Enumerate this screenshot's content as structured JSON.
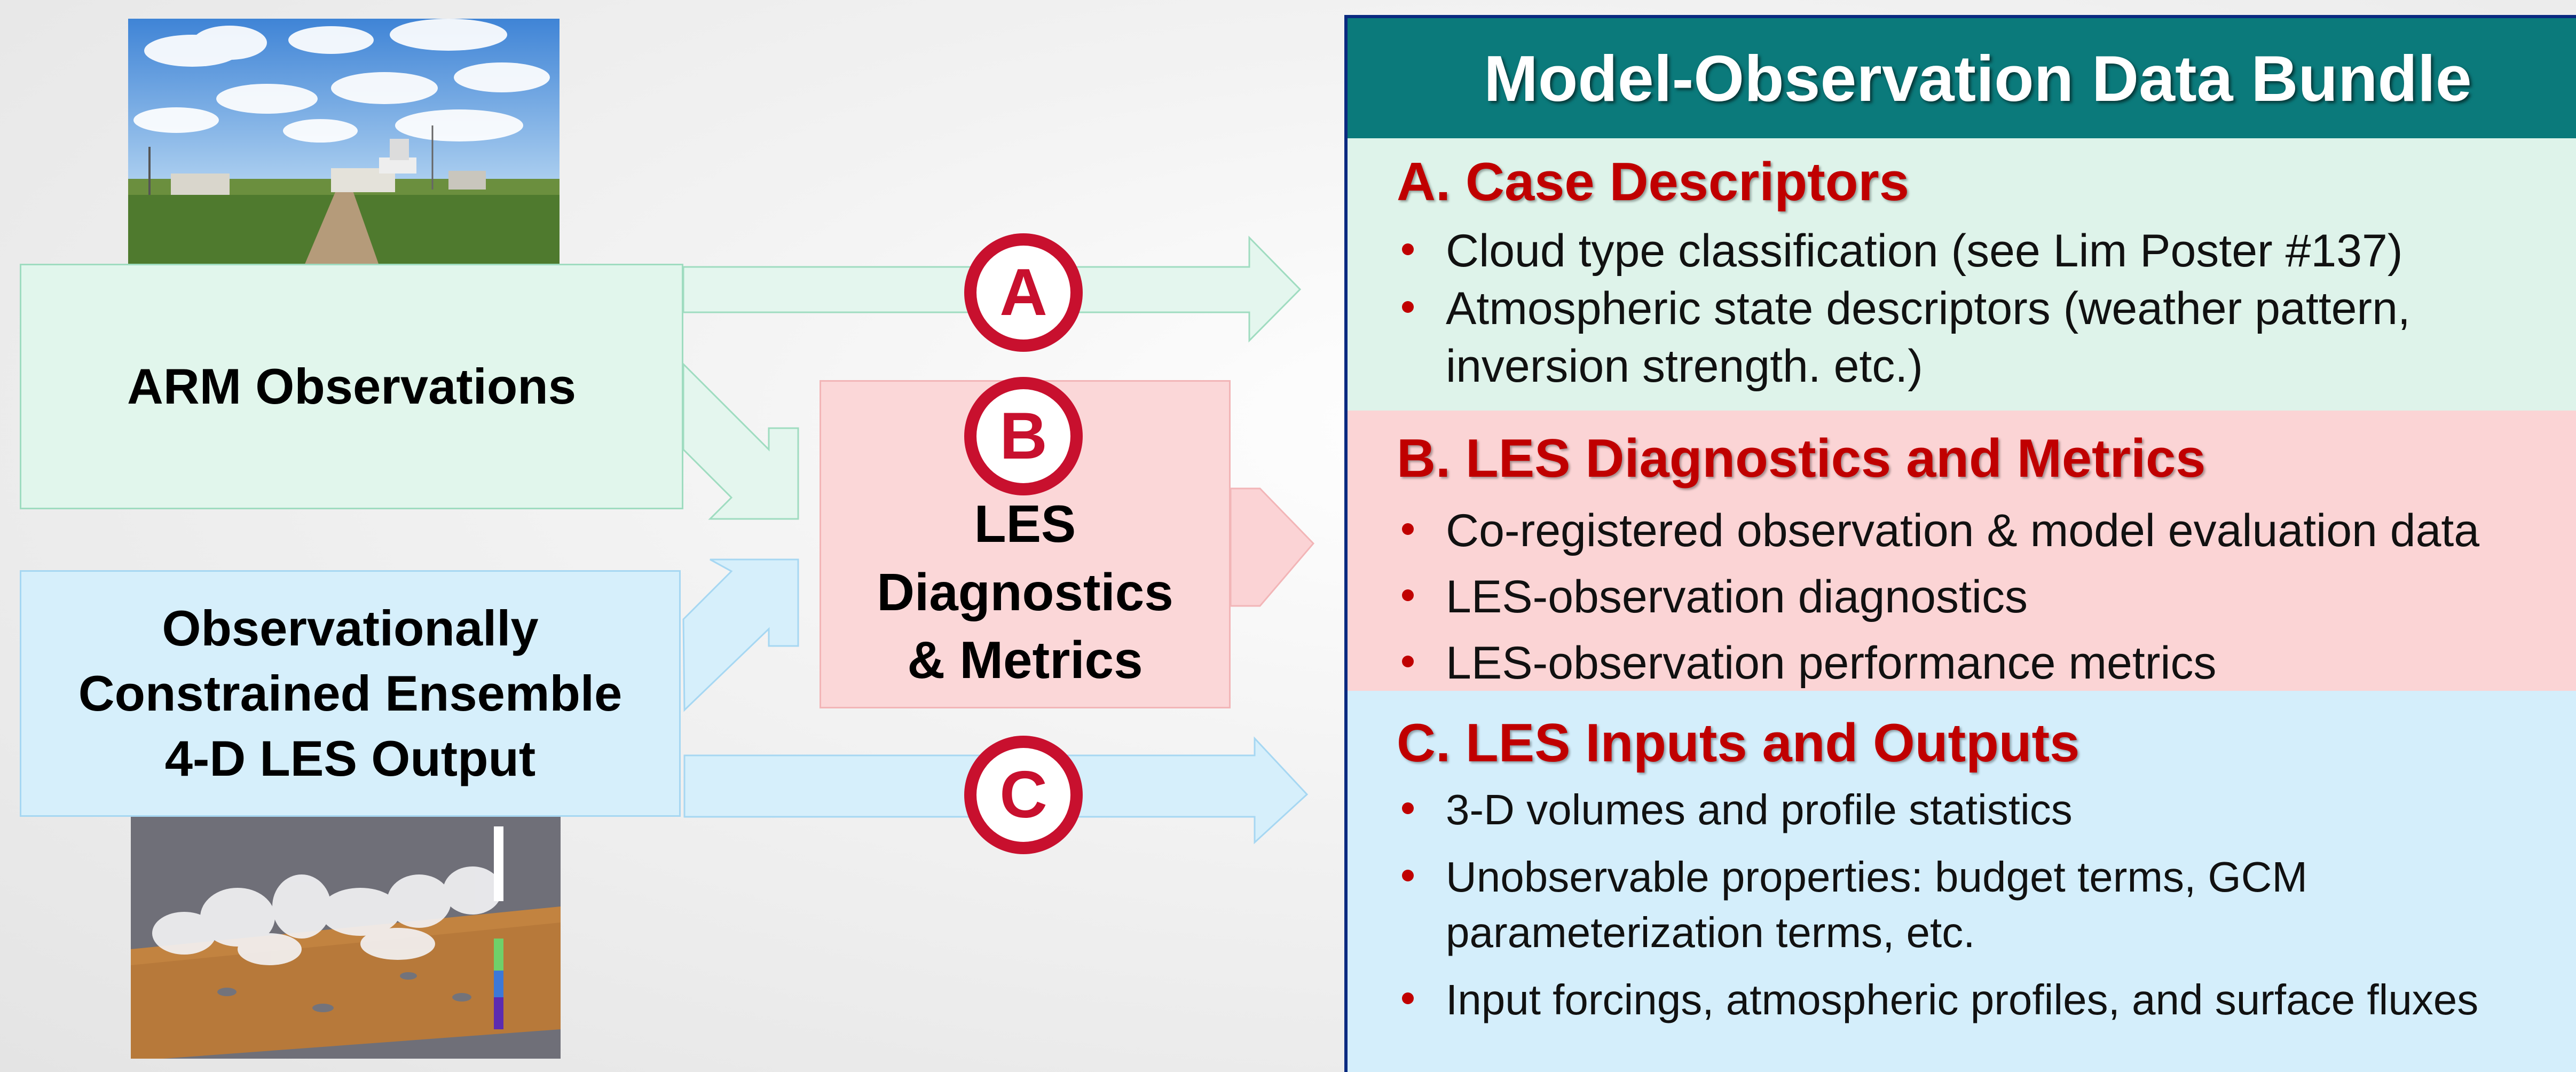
{
  "left_boxes": {
    "arm_observations": "ARM Observations",
    "les_output": [
      "Observationally",
      "Constrained Ensemble",
      "4-D LES Output"
    ],
    "diagnostics": [
      "LES",
      "Diagnostics",
      "& Metrics"
    ]
  },
  "circles": {
    "a": "A",
    "b": "B",
    "c": "C"
  },
  "bundle": {
    "title": "Model-Observation Data Bundle",
    "sections": [
      {
        "heading": "A. Case Descriptors",
        "items": [
          [
            "Cloud type classification (see Lim Poster #137)"
          ],
          [
            "Atmospheric state descriptors (weather pattern,",
            "inversion strength. etc.)"
          ]
        ]
      },
      {
        "heading": "B. LES Diagnostics and Metrics",
        "items": [
          [
            "Co-registered observation & model evaluation data"
          ],
          [
            "LES-observation diagnostics"
          ],
          [
            "LES-observation performance metrics"
          ]
        ]
      },
      {
        "heading": "C. LES Inputs and Outputs",
        "items": [
          [
            "3-D volumes and profile statistics"
          ],
          [
            "Unobservable properties: budget terms, GCM",
            "parameterization terms, etc."
          ],
          [
            "Input forcings, atmospheric profiles, and surface fluxes"
          ]
        ]
      }
    ]
  },
  "colors": {
    "obs_green": "#e1f6ec",
    "les_blue": "#d6effb",
    "diag_pink": "#fbd7d8",
    "title_teal": "#0b7a7b",
    "heading_red": "#c00000",
    "circle_red": "#c8102e"
  },
  "icons": {
    "site_photo": "arm-site-photo-icon",
    "les_render": "les-cloud-render-icon",
    "arrows": "arrow-right-icon"
  }
}
